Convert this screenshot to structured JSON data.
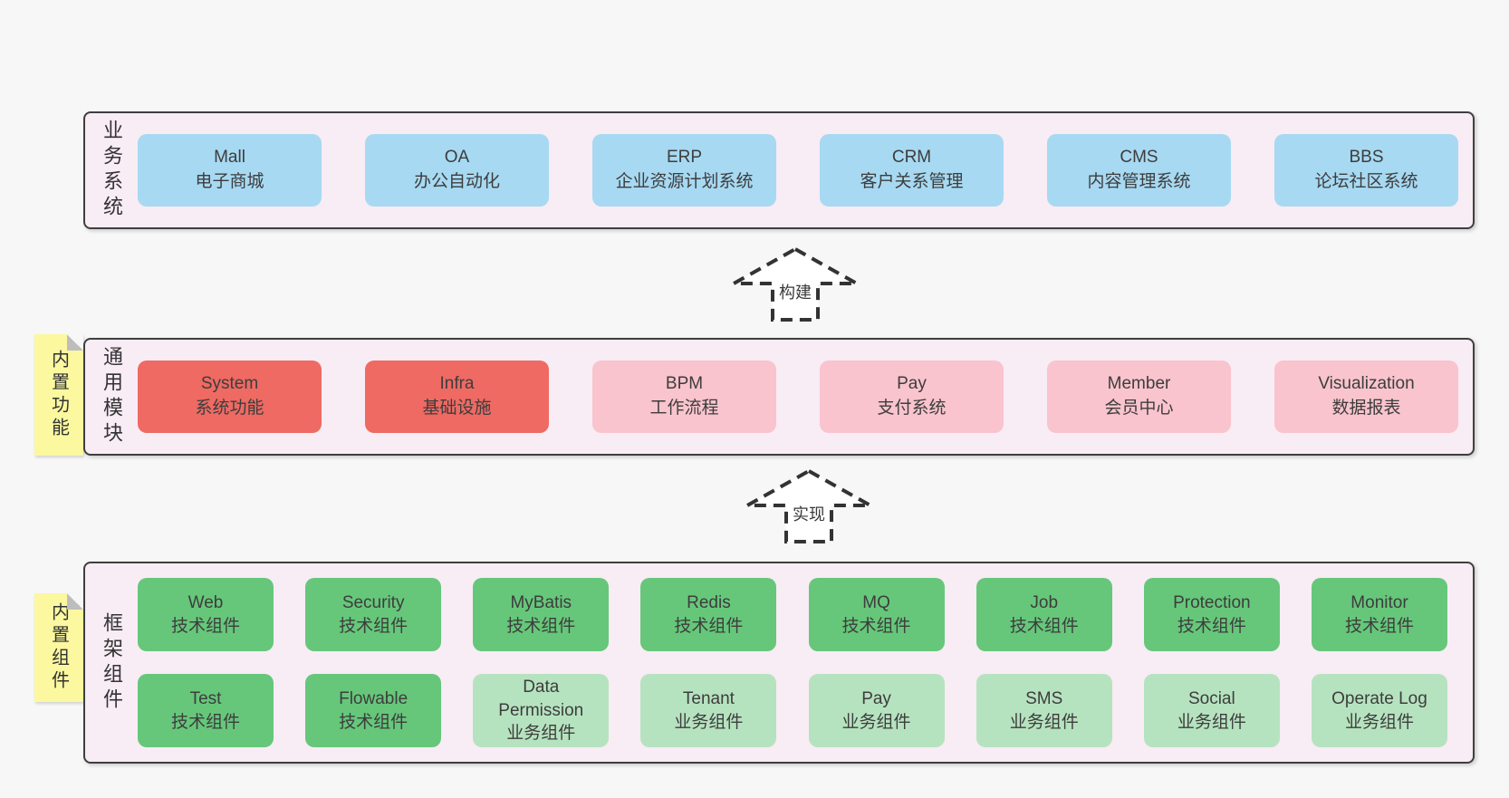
{
  "diagram": {
    "layers": {
      "business": {
        "label": "业务系统",
        "boxes": [
          {
            "name": "Mall",
            "desc": "电子商城",
            "type": "blue"
          },
          {
            "name": "OA",
            "desc": "办公自动化",
            "type": "blue"
          },
          {
            "name": "ERP",
            "desc": "企业资源计划系统",
            "type": "blue"
          },
          {
            "name": "CRM",
            "desc": "客户关系管理",
            "type": "blue"
          },
          {
            "name": "CMS",
            "desc": "内容管理系统",
            "type": "blue"
          },
          {
            "name": "BBS",
            "desc": "论坛社区系统",
            "type": "blue"
          }
        ]
      },
      "modules": {
        "label": "通用模块",
        "sticky": "内置功能",
        "boxes": [
          {
            "name": "System",
            "desc": "系统功能",
            "type": "red"
          },
          {
            "name": "Infra",
            "desc": "基础设施",
            "type": "red"
          },
          {
            "name": "BPM",
            "desc": "工作流程",
            "type": "pink"
          },
          {
            "name": "Pay",
            "desc": "支付系统",
            "type": "pink"
          },
          {
            "name": "Member",
            "desc": "会员中心",
            "type": "pink"
          },
          {
            "name": "Visualization",
            "desc": "数据报表",
            "type": "pink"
          }
        ]
      },
      "components": {
        "label": "框架组件",
        "sticky": "内置组件",
        "rows": [
          [
            {
              "name": "Web",
              "desc": "技术组件",
              "type": "green"
            },
            {
              "name": "Security",
              "desc": "技术组件",
              "type": "green"
            },
            {
              "name": "MyBatis",
              "desc": "技术组件",
              "type": "green"
            },
            {
              "name": "Redis",
              "desc": "技术组件",
              "type": "green"
            },
            {
              "name": "MQ",
              "desc": "技术组件",
              "type": "green"
            },
            {
              "name": "Job",
              "desc": "技术组件",
              "type": "green"
            },
            {
              "name": "Protection",
              "desc": "技术组件",
              "type": "green"
            },
            {
              "name": "Monitor",
              "desc": "技术组件",
              "type": "green"
            }
          ],
          [
            {
              "name": "Test",
              "desc": "技术组件",
              "type": "green"
            },
            {
              "name": "Flowable",
              "desc": "技术组件",
              "type": "green"
            },
            {
              "name": "Data Permission",
              "desc": "业务组件",
              "type": "light-green"
            },
            {
              "name": "Tenant",
              "desc": "业务组件",
              "type": "light-green"
            },
            {
              "name": "Pay",
              "desc": "业务组件",
              "type": "light-green"
            },
            {
              "name": "SMS",
              "desc": "业务组件",
              "type": "light-green"
            },
            {
              "name": "Social",
              "desc": "业务组件",
              "type": "light-green"
            },
            {
              "name": "Operate Log",
              "desc": "业务组件",
              "type": "light-green"
            }
          ]
        ]
      }
    },
    "arrows": [
      {
        "label": "构建"
      },
      {
        "label": "实现"
      }
    ],
    "colors": {
      "page_background": "#f7f7f7",
      "layer_background": "#f8ecf5",
      "layer_border": "#3f3f3f",
      "business_box": "#a7d9f2",
      "core_module_box": "#ee6a63",
      "optional_module_box": "#f9c4cd",
      "tech_component_box": "#66c77a",
      "biz_component_box": "#b6e3bf",
      "sticky_note": "#fbf8a0"
    }
  }
}
